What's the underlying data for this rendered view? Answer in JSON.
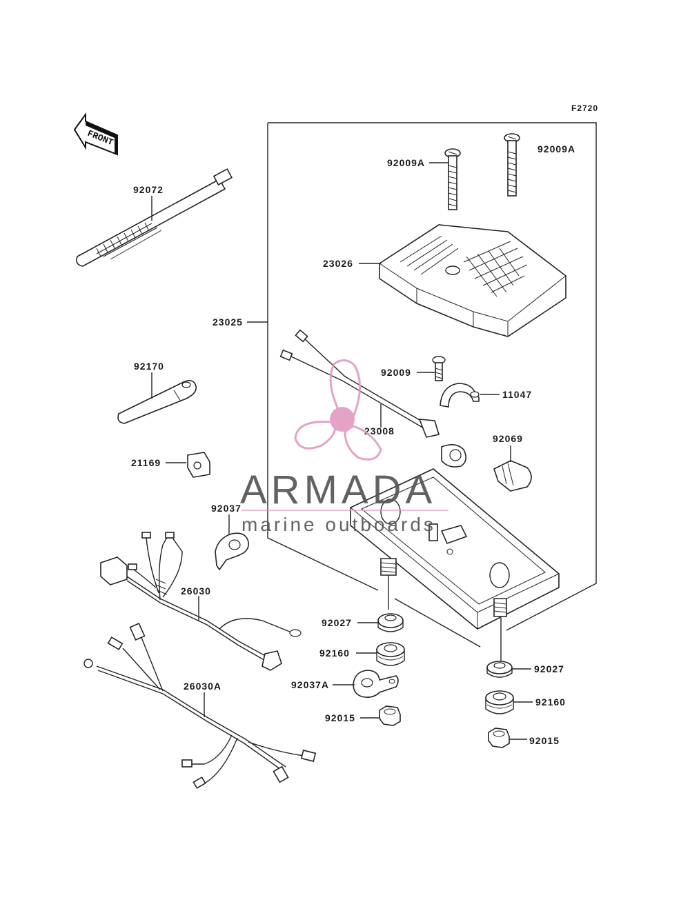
{
  "figure_code": "F2720",
  "front_label": "FRONT",
  "watermark": {
    "title": "ARMADA",
    "subtitle": "marine outboards",
    "accent_color": "#e29bc3",
    "text_color": "#555555"
  },
  "parts": {
    "p92072": "92072",
    "p92170": "92170",
    "p21169": "21169",
    "p92037": "92037",
    "p26030": "26030",
    "p26030A": "26030A",
    "p23025": "23025",
    "p92009A_left": "92009A",
    "p92009A_right": "92009A",
    "p23026": "23026",
    "p92009": "92009",
    "p11047": "11047",
    "p23008": "23008",
    "p92069": "92069",
    "p92027_left": "92027",
    "p92160_left": "92160",
    "p92037A": "92037A",
    "p92015_left": "92015",
    "p92027_right": "92027",
    "p92160_right": "92160",
    "p92015_right": "92015"
  }
}
